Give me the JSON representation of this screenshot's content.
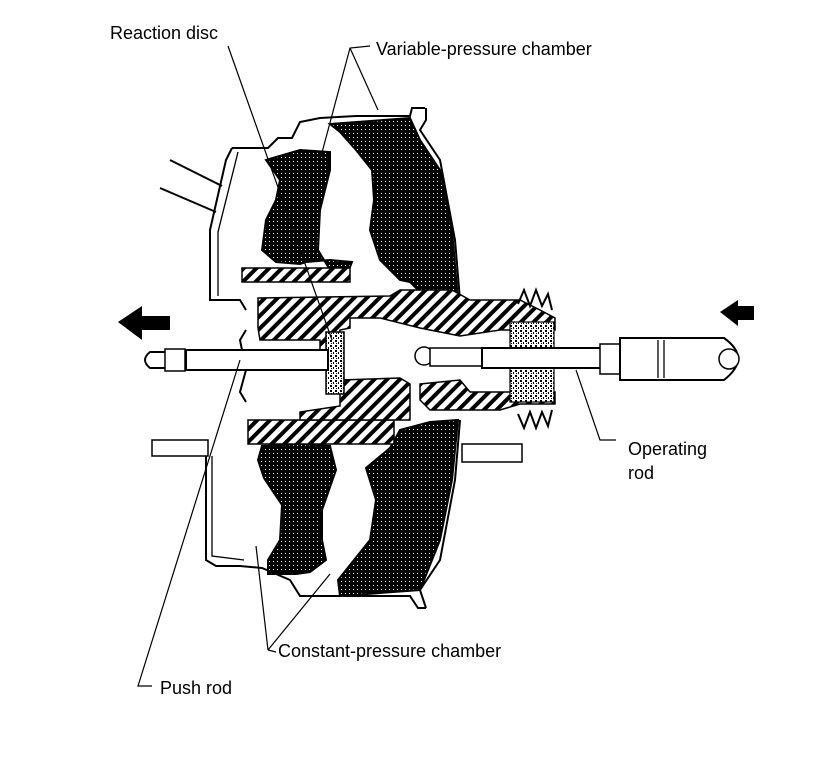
{
  "figure": {
    "title": "Brake booster cross-section",
    "labels": {
      "reaction_disc": "Reaction disc",
      "variable_pressure_chamber": "Variable-pressure chamber",
      "operating_rod_line1": "Operating",
      "operating_rod_line2": "rod",
      "constant_pressure_chamber": "Constant-pressure chamber",
      "push_rod": "Push rod"
    },
    "arrows": {
      "output": "arrow-left (push rod output direction)",
      "input": "arrow-left (operating rod input force)"
    },
    "colors": {
      "ink": "#000000",
      "background": "#ffffff"
    }
  }
}
